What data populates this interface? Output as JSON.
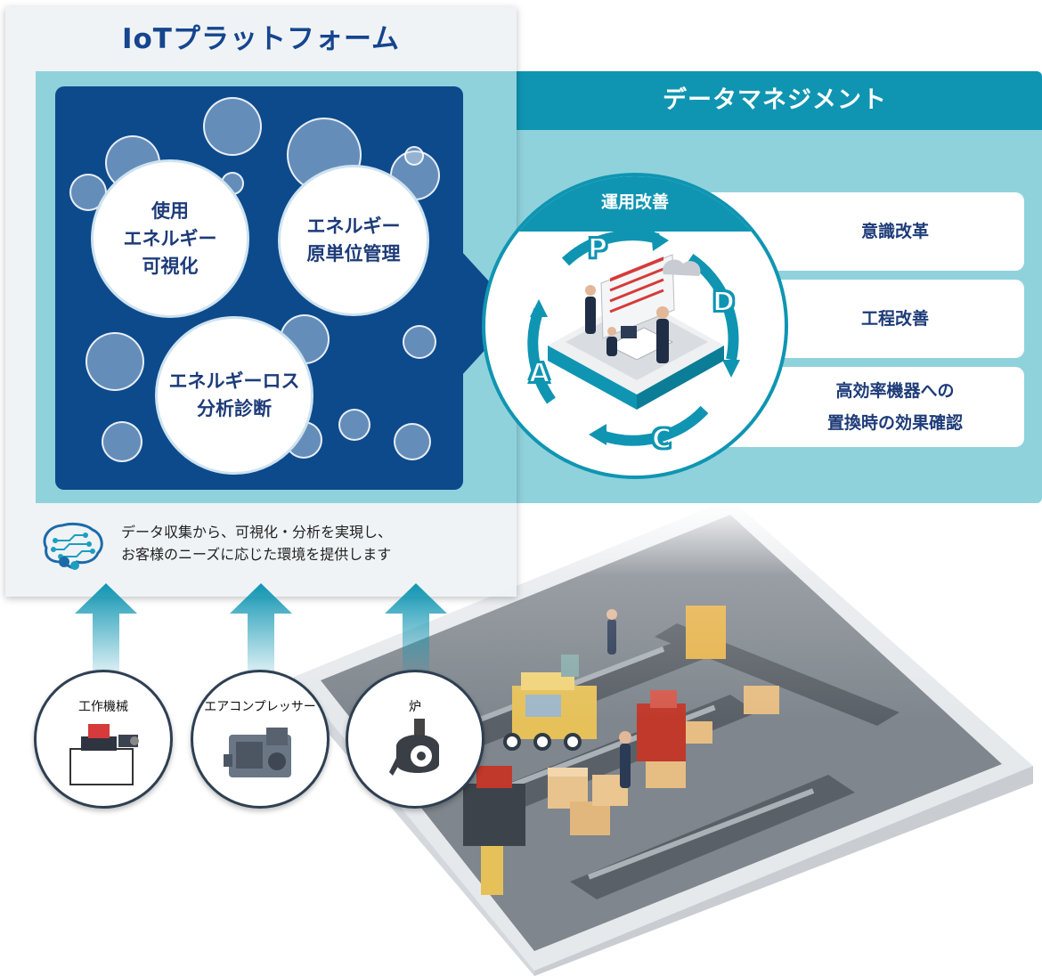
{
  "iot_platform": {
    "title": "IoTプラットフォーム",
    "features": [
      {
        "label": "使用\nエネルギー\n可視化"
      },
      {
        "label": "エネルギー\n原単位管理"
      },
      {
        "label": "エネルギーロス\n分析診断"
      }
    ],
    "description": "データ収集から、可視化・分析を実現し、\nお客様のニーズに応じた環境を提供します",
    "icon": "ai-brain-circuit-icon"
  },
  "data_management": {
    "title": "データマネジメント",
    "cycle": {
      "title": "運用改善",
      "letters": [
        "P",
        "D",
        "C",
        "A"
      ]
    },
    "effects": [
      {
        "label": "意識改革"
      },
      {
        "label": "工程改善"
      },
      {
        "label": "高効率機器への\n置換時の効果確認"
      }
    ]
  },
  "sources": [
    {
      "label": "工作機械",
      "icon": "machine-tool-icon"
    },
    {
      "label": "エアコンプレッサー",
      "icon": "air-compressor-icon"
    },
    {
      "label": "炉",
      "icon": "furnace-icon"
    }
  ],
  "colors": {
    "navy": "#0c4a8c",
    "teal": "#0f95b2",
    "light_teal": "#8fd2dc",
    "title_blue": "#16458e"
  }
}
